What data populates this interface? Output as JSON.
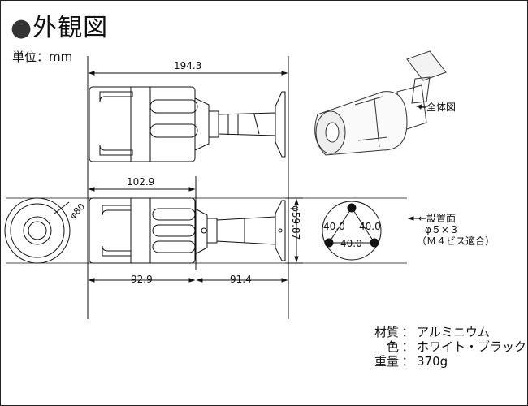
{
  "title": "外観図",
  "unit": "単位：mm",
  "dimensions": {
    "overall_length": "194.3",
    "body_length": "102.9",
    "body_to_mid": "92.9",
    "mid_to_base": "91.4",
    "front_diameter": "φ80",
    "mount_diameter": "φ59.87"
  },
  "mount": {
    "spacing_left": "40.0",
    "spacing_right": "40.0",
    "spacing_bottom": "40.0"
  },
  "labels": {
    "overview": "←全体図",
    "mounting_surface": "←設置面",
    "holes": "φ５×３",
    "screws": "（Ｍ４ビス適合）"
  },
  "specs": [
    {
      "key": "材質",
      "sep": "：",
      "value": "アルミニウム"
    },
    {
      "key": "色",
      "sep": "：",
      "value": "ホワイト・ブラック"
    },
    {
      "key": "重量",
      "sep": "：",
      "value": "370g"
    }
  ]
}
